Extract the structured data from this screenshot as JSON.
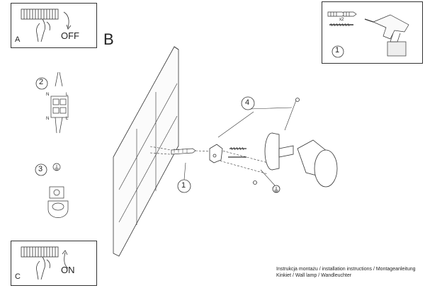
{
  "panels": {
    "a": {
      "letter": "A",
      "state": "OFF"
    },
    "b": {
      "letter": "B"
    },
    "c": {
      "letter": "C",
      "state": "ON"
    }
  },
  "steps": {
    "tools": "1",
    "wiring": "2",
    "ground": "3",
    "wall_mount": "1",
    "lamp": "4"
  },
  "tools": {
    "quantity": "x2"
  },
  "wiring_labels": {
    "n_top": "N",
    "l_top": "L",
    "n_bottom": "N",
    "l_bottom": "L"
  },
  "footer": {
    "line1": "Instrukcja montażu / installation instructions / Montageanleitung",
    "line2": "Kinkiet / Wall lamp / Wandleuchter"
  }
}
